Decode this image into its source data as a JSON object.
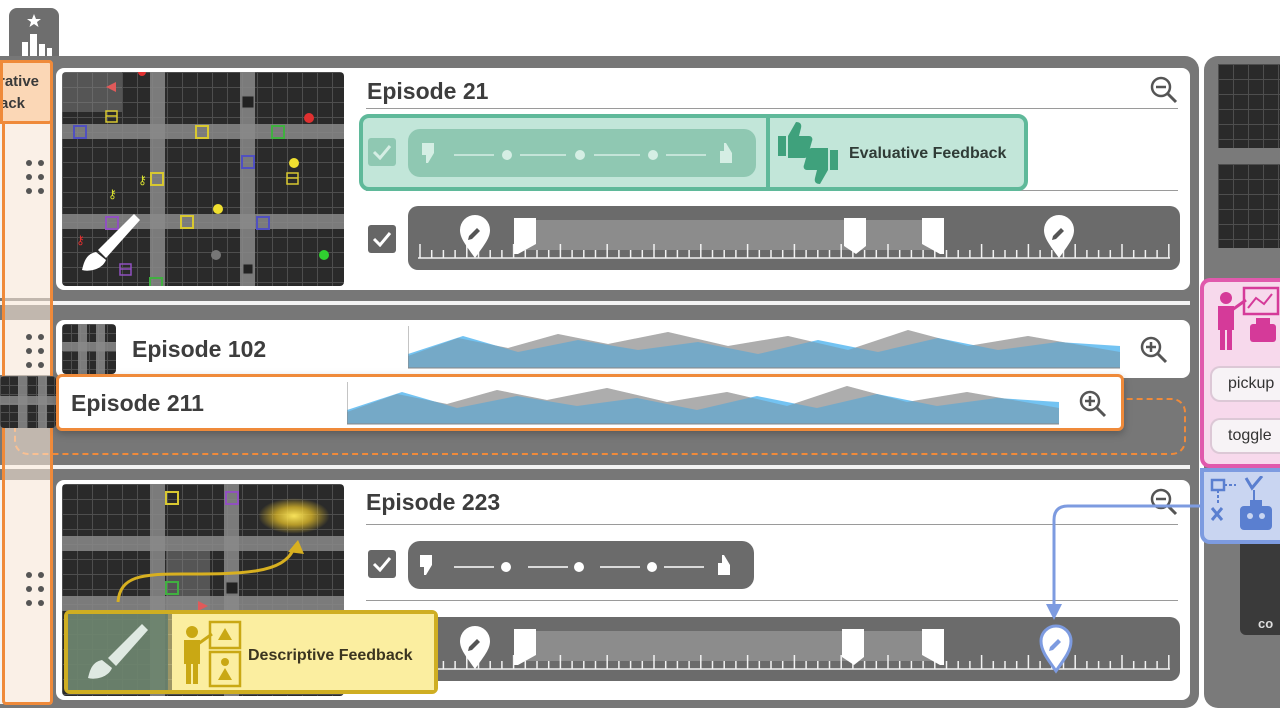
{
  "sidebar": {
    "tab_label_line1": "rative",
    "tab_label_line2": "ack"
  },
  "episodes": [
    {
      "title": "Episode 21"
    },
    {
      "title": "Episode 102"
    },
    {
      "title": "Episode 211"
    },
    {
      "title": "Episode 223"
    }
  ],
  "feedback": {
    "evaluative_label": "Evaluative Feedback",
    "descriptive_label": "Descriptive Feedback"
  },
  "right_panel": {
    "option_1": "pickup",
    "option_2": "toggle",
    "footer_text": "co"
  },
  "colors": {
    "evaluative": "#5fb99a",
    "descriptive": "#cfae22",
    "comparative": "#ef8a3a",
    "demonstrative": "#e059ac",
    "corrective": "#7d9be0",
    "area_blue": "#5bb8f0",
    "area_gray": "#b9b9b9"
  },
  "icons": {
    "ranking": "podium-star-icon",
    "grip": "grip-dots-icon",
    "zoom_out": "zoom-out-icon",
    "zoom_in": "zoom-in-icon",
    "thumbs": "thumbs-up-down-icon",
    "paint": "paintbrush-icon",
    "teacher": "teacher-board-icon",
    "robot": "robot-flow-icon"
  }
}
